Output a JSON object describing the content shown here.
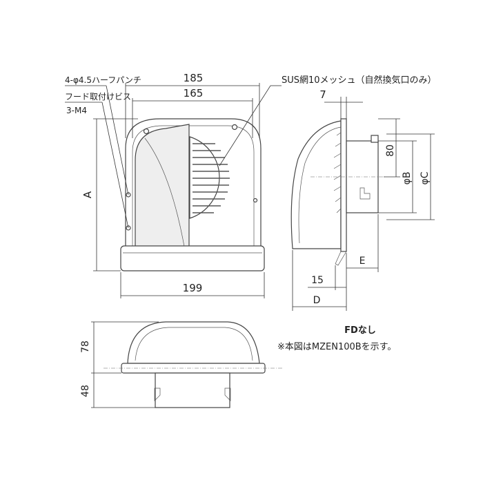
{
  "labels": {
    "half_punch": "4-φ4.5ハーフパンチ",
    "hood_screw": "フード取付けビス",
    "screw_spec": "3-M4",
    "mesh_note": "SUS網10メッシュ（自然換気口のみ）",
    "fd_none": "FDなし",
    "figure_note": "※本図はMZEN100Bを示す。"
  },
  "dimensions": {
    "width_outer": "185",
    "width_inner": "165",
    "height_a": "A",
    "base_width": "199",
    "flange_7": "7",
    "dim_80": "80",
    "dia_b": "φB",
    "dia_c": "φC",
    "dim_e": "E",
    "dim_15": "15",
    "dim_d": "D",
    "height_78": "78",
    "height_48": "48"
  }
}
